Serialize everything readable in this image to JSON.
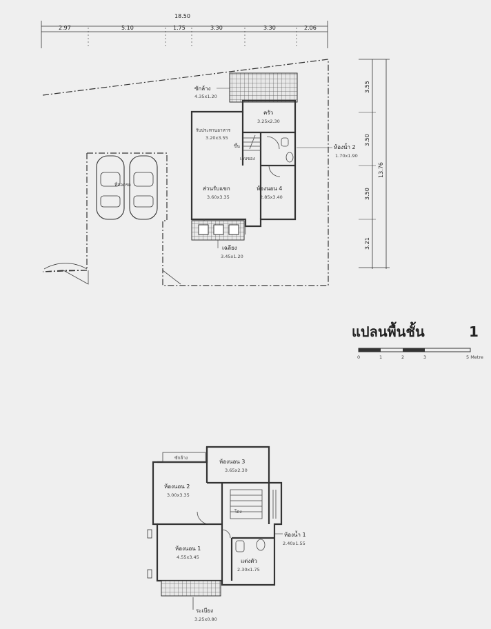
{
  "plan1": {
    "title": "แปลนพื้นชั้น",
    "title_number": "1",
    "total_width": "18.50",
    "top_dims": [
      "2.97",
      "5.10",
      "1.75",
      "3.30",
      "3.30",
      "2.06"
    ],
    "side_dims": [
      "3.55",
      "3.50",
      "3.50",
      "3.21"
    ],
    "total_depth": "13.76",
    "rooms": {
      "laundry": {
        "name": "ซักล้าง",
        "size": "4.35x1.20"
      },
      "kitchen": {
        "name": "ครัว",
        "size": "3.25x2.30"
      },
      "dining": {
        "name": "รับประทานอาหาร",
        "size": "3.20x3.55"
      },
      "up": {
        "name": "ขึ้น"
      },
      "storage": {
        "name": "เก็บของ"
      },
      "bathroom2": {
        "name": "ห้องน้ำ 2",
        "size": "1.70x1.90"
      },
      "living": {
        "name": "ส่วนรับแขก",
        "size": "3.60x3.35"
      },
      "bedroom4": {
        "name": "ห้องนอน 4",
        "size": "2.85x3.40"
      },
      "terrace": {
        "name": "เฉลียง",
        "size": "3.45x1.20"
      },
      "carport": {
        "name": "ที่จอดรถ"
      }
    },
    "scale_ticks": [
      "0",
      "1",
      "2",
      "3",
      "5 Metre"
    ]
  },
  "plan2": {
    "rooms": {
      "laundry": {
        "name": "ซักล้าง"
      },
      "bedroom3": {
        "name": "ห้องนอน 3",
        "size": "3.65x2.30"
      },
      "bedroom2": {
        "name": "ห้องนอน 2",
        "size": "3.00x3.35"
      },
      "hall": {
        "name": "โถง"
      },
      "bathroom1": {
        "name": "ห้องน้ำ 1",
        "size": "2.40x1.55"
      },
      "bedroom1": {
        "name": "ห้องนอน 1",
        "size": "4.55x3.45"
      },
      "dressing": {
        "name": "แต่งตัว",
        "size": "2.30x1.75"
      },
      "balcony": {
        "name": "ระเบียง",
        "size": "3.25x0.80"
      }
    }
  },
  "colors": {
    "ink": "#222222",
    "paper": "#efefef"
  }
}
